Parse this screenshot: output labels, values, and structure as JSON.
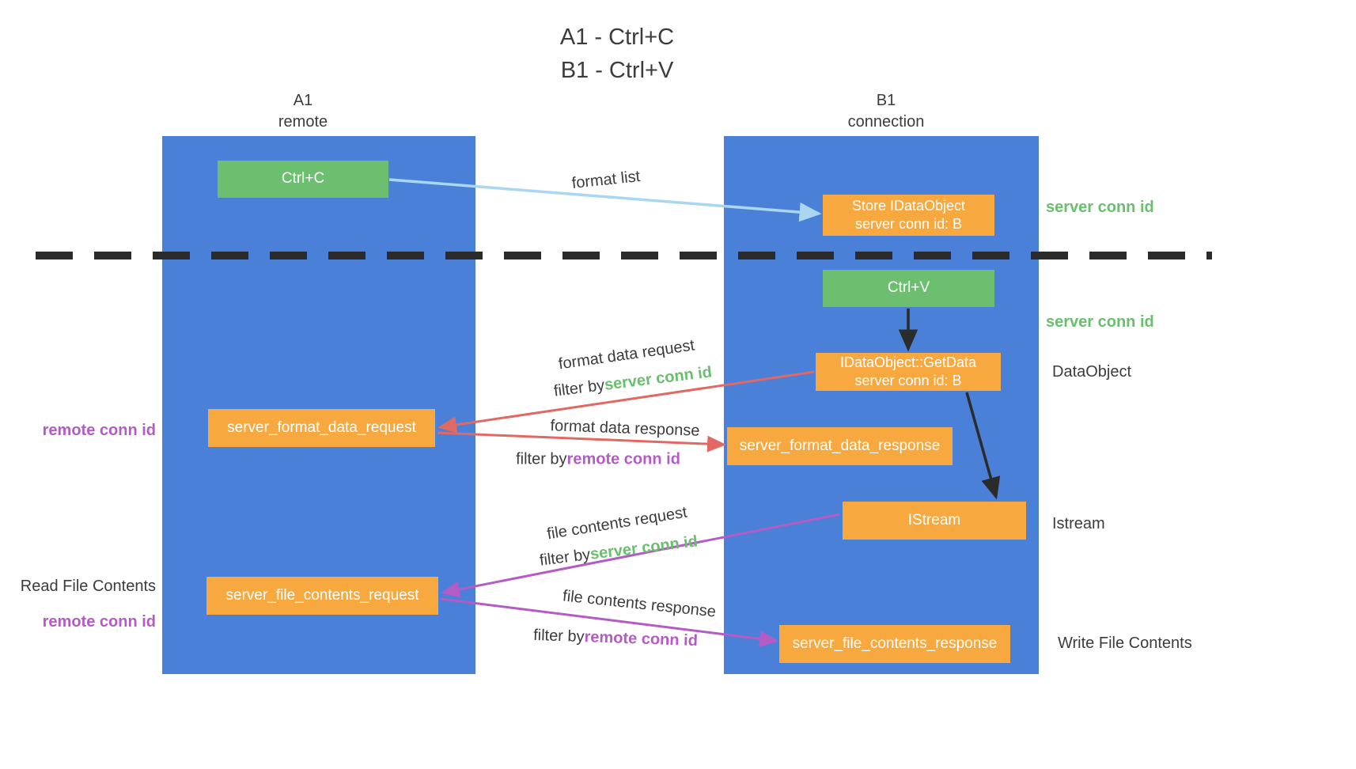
{
  "title": {
    "line1": "A1 - Ctrl+C",
    "line2": "B1 - Ctrl+V"
  },
  "lanes": {
    "left": {
      "name": "A1",
      "type": "remote"
    },
    "right": {
      "name": "B1",
      "type": "connection"
    }
  },
  "nodes": {
    "ctrl_c": {
      "label": "Ctrl+C"
    },
    "store_idataobject": {
      "line1": "Store IDataObject",
      "line2": "server conn id: B"
    },
    "ctrl_v": {
      "label": "Ctrl+V"
    },
    "getdata": {
      "line1": "IDataObject::GetData",
      "line2": "server conn id: B"
    },
    "server_format_data_request": {
      "label": "server_format_data_request"
    },
    "server_format_data_response": {
      "label": "server_format_data_response"
    },
    "istream": {
      "label": "IStream"
    },
    "server_file_contents_request": {
      "label": "server_file_contents_request"
    },
    "server_file_contents_response": {
      "label": "server_file_contents_response"
    }
  },
  "side_labels": {
    "right_server_conn_id_1": "server conn id",
    "right_server_conn_id_2": "server conn id",
    "right_dataobject": "DataObject",
    "right_istream": "Istream",
    "right_write_file_contents": "Write File Contents",
    "left_remote_conn_id_1": "remote conn id",
    "left_read_file_contents": "Read File Contents",
    "left_remote_conn_id_2": "remote conn id"
  },
  "edges": {
    "format_list": {
      "label": "format list"
    },
    "format_data_request": {
      "label": "format data request",
      "filter_prefix": "filter by",
      "filter_key": "server conn id"
    },
    "format_data_response": {
      "label": "format data response",
      "filter_prefix": "filter by",
      "filter_key": "remote conn id"
    },
    "file_contents_request": {
      "label": "file contents request",
      "filter_prefix": "filter by",
      "filter_key": "server conn id"
    },
    "file_contents_response": {
      "label": "file contents response",
      "filter_prefix": "filter by",
      "filter_key": "remote conn id"
    }
  },
  "colors": {
    "lane_blue": "#4a80d8",
    "node_green": "#6bbf6e",
    "node_orange": "#f7a83e",
    "arrow_light_blue": "#a9d7f1",
    "arrow_red": "#e16964",
    "arrow_purple": "#b45bc5",
    "arrow_black": "#2b2b2b",
    "text_green": "#6abf6e",
    "text_purple": "#b45bc5",
    "text_dark": "#3c3c3c"
  }
}
